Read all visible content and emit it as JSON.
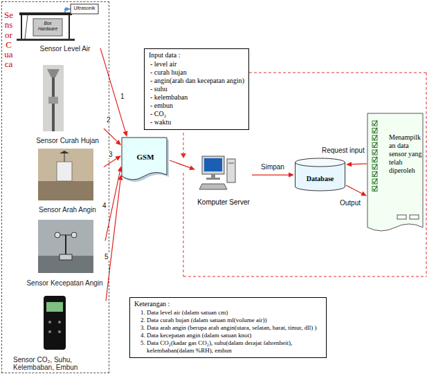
{
  "diagram": {
    "nodes": [
      {
        "text": [
          "Sensor Cuaca"
        ]
      },
      {
        "text": [
          "Sensor Level Air"
        ],
        "in": 0
      },
      {
        "text": [
          "Sensor Curah Hujan"
        ],
        "in": 0
      },
      {
        "text": [
          "Sensor Arah Angin"
        ],
        "in": 0
      },
      {
        "text": [
          "Sensor Kecepatan Angin"
        ],
        "in": 0
      },
      {
        "text": [
          "Sensor CO₂, Suhu, Kelembaban, Embun"
        ],
        "in": 0
      },
      {
        "text": [
          "GSM"
        ]
      },
      {
        "text": [
          "Input data :",
          "- level air",
          "- curah hujan",
          "- angin(arah dan kecepatan angin)",
          "- suhu",
          "- kelembaban",
          "- embun",
          "- CO₂",
          "- waktu"
        ]
      },
      {
        "text": [
          "Komputer Server"
        ]
      },
      {
        "text": [
          "Database"
        ]
      },
      {
        "text": [
          "Menampilkan data sensor yang telah diperoleh"
        ]
      },
      {
        "text": [
          "Keterangan :",
          "1. Data level air (dalam satuan cm)",
          "2. Data curah hujan (dalam satuan ml(volume air))",
          "3. Data arah angin (berupa arah angin(utara, selatan, barat, timur, dll) )",
          "4. Data kecepatan angin (dalam satuan knot)",
          "5. Data CO₂(kadar gas CO₂), suhu(dalam derajat fahrenheit), kelembaban(dalam %RH), embun"
        ]
      }
    ],
    "edges": [
      {
        "from": 1,
        "to": 6,
        "label": "1",
        "arrow": "to"
      },
      {
        "from": 2,
        "to": 6,
        "label": "2",
        "arrow": "to"
      },
      {
        "from": 3,
        "to": 6,
        "label": "3",
        "arrow": "to"
      },
      {
        "from": 4,
        "to": 6,
        "label": "4",
        "arrow": "to"
      },
      {
        "from": 5,
        "to": 6,
        "label": "5",
        "arrow": "to"
      },
      {
        "from": 6,
        "to": 8,
        "arrow": "to"
      },
      {
        "from": 8,
        "to": 9,
        "label": "Simpan",
        "arrow": "to"
      },
      {
        "from": 10,
        "to": 9,
        "label": "Request input",
        "arrow": "to"
      },
      {
        "from": 9,
        "to": 10,
        "label": "Output",
        "arrow": "to"
      }
    ],
    "labels": [
      "Ultrasonik",
      "Box Hardware"
    ]
  }
}
